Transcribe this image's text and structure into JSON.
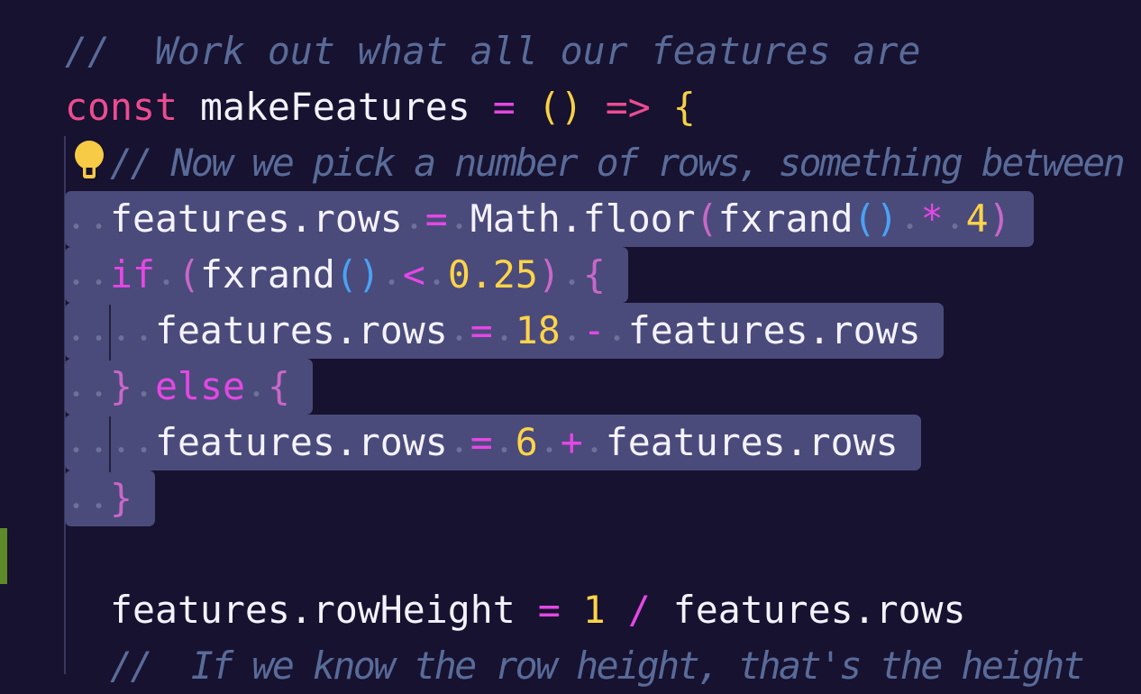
{
  "editor": {
    "lines": [
      {
        "selected": false,
        "tokens": [
          [
            "//  Work out what all our features are",
            "comment"
          ]
        ]
      },
      {
        "selected": false,
        "tokens": [
          [
            "const",
            "const"
          ],
          [
            " ",
            "id"
          ],
          [
            "makeFeatures",
            "id"
          ],
          [
            " ",
            "id"
          ],
          [
            "=",
            "op"
          ],
          [
            " ",
            "id"
          ],
          [
            "()",
            "yparen"
          ],
          [
            " ",
            "id"
          ],
          [
            "=>",
            "const"
          ],
          [
            " ",
            "id"
          ],
          [
            "{",
            "yparen"
          ]
        ]
      },
      {
        "selected": false,
        "tokens": [
          [
            "  ",
            "id"
          ],
          [
            "// Now we pick a number of rows, something between",
            "comment"
          ]
        ]
      },
      {
        "selected": true,
        "tokens": [
          [
            "  ",
            "ws"
          ],
          [
            "features.rows",
            "id"
          ],
          [
            " ",
            "ws"
          ],
          [
            "=",
            "op"
          ],
          [
            " ",
            "ws"
          ],
          [
            "Math.floor",
            "id"
          ],
          [
            "(",
            "pparen"
          ],
          [
            "fxrand",
            "id"
          ],
          [
            "()",
            "bparen"
          ],
          [
            " ",
            "ws"
          ],
          [
            "*",
            "op"
          ],
          [
            " ",
            "ws"
          ],
          [
            "4",
            "num"
          ],
          [
            ")",
            "pparen"
          ]
        ]
      },
      {
        "selected": true,
        "tokens": [
          [
            "  ",
            "ws"
          ],
          [
            "if",
            "kw"
          ],
          [
            " ",
            "ws"
          ],
          [
            "(",
            "pparen"
          ],
          [
            "fxrand",
            "id"
          ],
          [
            "()",
            "bparen"
          ],
          [
            " ",
            "ws"
          ],
          [
            "<",
            "op"
          ],
          [
            " ",
            "ws"
          ],
          [
            "0.25",
            "num"
          ],
          [
            ")",
            "pparen"
          ],
          [
            " ",
            "ws"
          ],
          [
            "{",
            "pparen"
          ]
        ]
      },
      {
        "selected": true,
        "tokens": [
          [
            "    ",
            "ws"
          ],
          [
            "features.rows",
            "id"
          ],
          [
            " ",
            "ws"
          ],
          [
            "=",
            "op"
          ],
          [
            " ",
            "ws"
          ],
          [
            "18",
            "num"
          ],
          [
            " ",
            "ws"
          ],
          [
            "-",
            "op"
          ],
          [
            " ",
            "ws"
          ],
          [
            "features.rows",
            "id"
          ]
        ]
      },
      {
        "selected": true,
        "tokens": [
          [
            "  ",
            "ws"
          ],
          [
            "}",
            "pparen"
          ],
          [
            " ",
            "ws"
          ],
          [
            "else",
            "kw"
          ],
          [
            " ",
            "ws"
          ],
          [
            "{",
            "pparen"
          ]
        ]
      },
      {
        "selected": true,
        "tokens": [
          [
            "    ",
            "ws"
          ],
          [
            "features.rows",
            "id"
          ],
          [
            " ",
            "ws"
          ],
          [
            "=",
            "op"
          ],
          [
            " ",
            "ws"
          ],
          [
            "6",
            "num"
          ],
          [
            " ",
            "ws"
          ],
          [
            "+",
            "op"
          ],
          [
            " ",
            "ws"
          ],
          [
            "features.rows",
            "id"
          ]
        ]
      },
      {
        "selected": true,
        "tokens": [
          [
            "  ",
            "ws"
          ],
          [
            "}",
            "pparen"
          ]
        ]
      },
      {
        "selected": false,
        "tokens": []
      },
      {
        "selected": false,
        "tokens": [
          [
            "  ",
            "id"
          ],
          [
            "features.rowHeight",
            "id"
          ],
          [
            " ",
            "id"
          ],
          [
            "=",
            "op"
          ],
          [
            " ",
            "id"
          ],
          [
            "1",
            "num"
          ],
          [
            " ",
            "id"
          ],
          [
            "/",
            "op"
          ],
          [
            " ",
            "id"
          ],
          [
            "features.rows",
            "id"
          ]
        ]
      },
      {
        "selected": false,
        "tokens": [
          [
            "  ",
            "id"
          ],
          [
            "//  If we know the row height, that's the height",
            "comment"
          ]
        ]
      }
    ],
    "colors": {
      "background": "#17122f",
      "selection": "#4a4b7b",
      "comment": "#596b99",
      "keyword": "#e447e4",
      "number": "#ffd449"
    }
  }
}
